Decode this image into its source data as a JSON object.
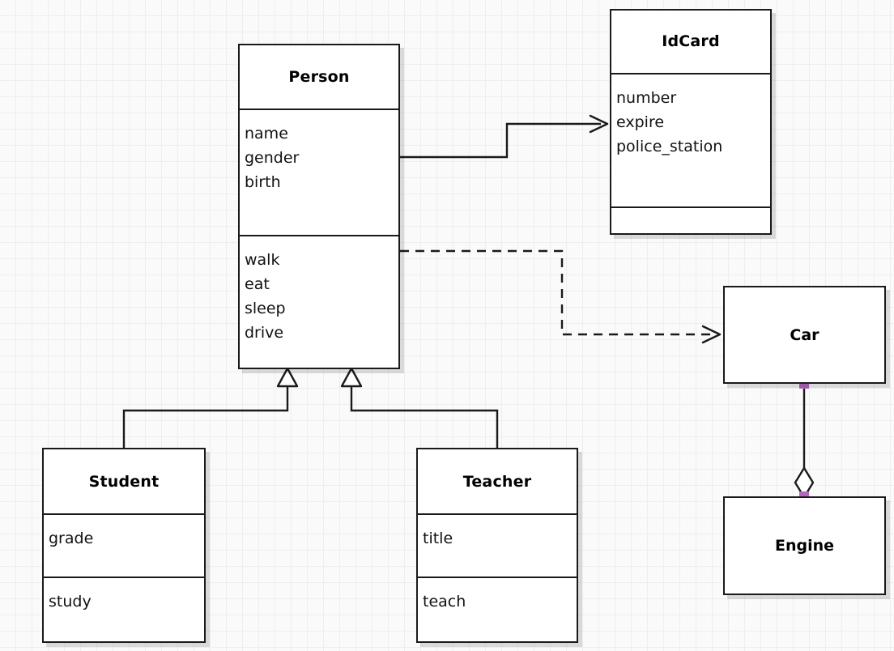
{
  "diagram": {
    "type": "uml-class-diagram",
    "background_color": "#fafafa",
    "grid_color": "#eeeeee",
    "line_color": "#1a1a1a",
    "endpoint_marker_color": "#b567bf"
  },
  "classes": {
    "person": {
      "name": "Person",
      "attributes": [
        "name",
        "gender",
        "birth"
      ],
      "operations": [
        "walk",
        "eat",
        "sleep",
        "drive"
      ]
    },
    "idcard": {
      "name": "IdCard",
      "attributes": [
        "number",
        "expire",
        "police_station"
      ],
      "operations": []
    },
    "student": {
      "name": "Student",
      "attributes": [
        "grade"
      ],
      "operations": [
        "study"
      ]
    },
    "teacher": {
      "name": "Teacher",
      "attributes": [
        "title"
      ],
      "operations": [
        "teach"
      ]
    },
    "car": {
      "name": "Car"
    },
    "engine": {
      "name": "Engine"
    }
  },
  "relations": [
    {
      "id": "person-idcard",
      "kind": "association",
      "source": "Person",
      "target": "IdCard",
      "line": "solid",
      "arrowhead": "open"
    },
    {
      "id": "person-car",
      "kind": "dependency",
      "source": "Person",
      "target": "Car",
      "line": "dashed",
      "arrowhead": "open"
    },
    {
      "id": "student-person",
      "kind": "generalization",
      "source": "Student",
      "target": "Person",
      "line": "solid",
      "arrowhead": "hollow-triangle"
    },
    {
      "id": "teacher-person",
      "kind": "generalization",
      "source": "Teacher",
      "target": "Person",
      "line": "solid",
      "arrowhead": "hollow-triangle"
    },
    {
      "id": "car-engine",
      "kind": "aggregation",
      "source": "Car",
      "target": "Engine",
      "line": "solid",
      "arrowhead": "hollow-diamond"
    }
  ]
}
